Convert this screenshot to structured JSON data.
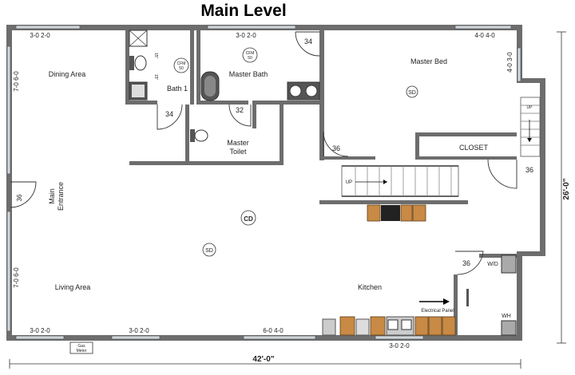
{
  "title": "Main Level",
  "rooms": {
    "dining": "Dining Area",
    "bath1": "Bath 1",
    "master_bath": "Master Bath",
    "master_bed": "Master Bed",
    "master_toilet_line1": "Master",
    "master_toilet_line2": "Toilet",
    "closet": "CLOSET",
    "living": "Living Area",
    "kitchen": "Kitchen",
    "main_entrance_line1": "Main",
    "main_entrance_line2": "Entrance"
  },
  "windows": {
    "top_left": "3-0 2-0",
    "top_mid": "3-0 2-0",
    "top_right": "4-0 4-0",
    "right_upper": "4-0 3-0",
    "left_upper": "7-0 6-0",
    "left_lower": "7-0 6-0",
    "bottom_1": "3-0 2-0",
    "bottom_2": "3-0 2-0",
    "bottom_3": "6-0 4-0",
    "bottom_4": "3-0 2-0"
  },
  "doors": {
    "bath1": "34",
    "master_bath_top": "34",
    "master_toilet": "32",
    "hall": "36",
    "stair": "36",
    "entrance": "36",
    "laundry": "36"
  },
  "fixtures": {
    "cfm_bath1_line1": "CFM",
    "cfm_bath1_line2": "50",
    "cfm_master_line1": "CFM",
    "cfm_master_line2": "50",
    "sd": "SD",
    "cd": "CD",
    "stairs_up": "UP",
    "stairs_up_right": "UP",
    "wd": "W/D",
    "wh": "WH",
    "electrical_panel": "Electrical Panel",
    "gas_meter_line1": "Gas",
    "gas_meter_line2": "Meter",
    "shower_dim_1": "15\"",
    "shower_dim_2": "15\""
  },
  "dimensions": {
    "width": "42'-0\"",
    "depth": "26'-0\""
  },
  "colors": {
    "wall": "#6d6d6d",
    "cabinet": "#c88a44",
    "window": "#cfd6dc"
  }
}
